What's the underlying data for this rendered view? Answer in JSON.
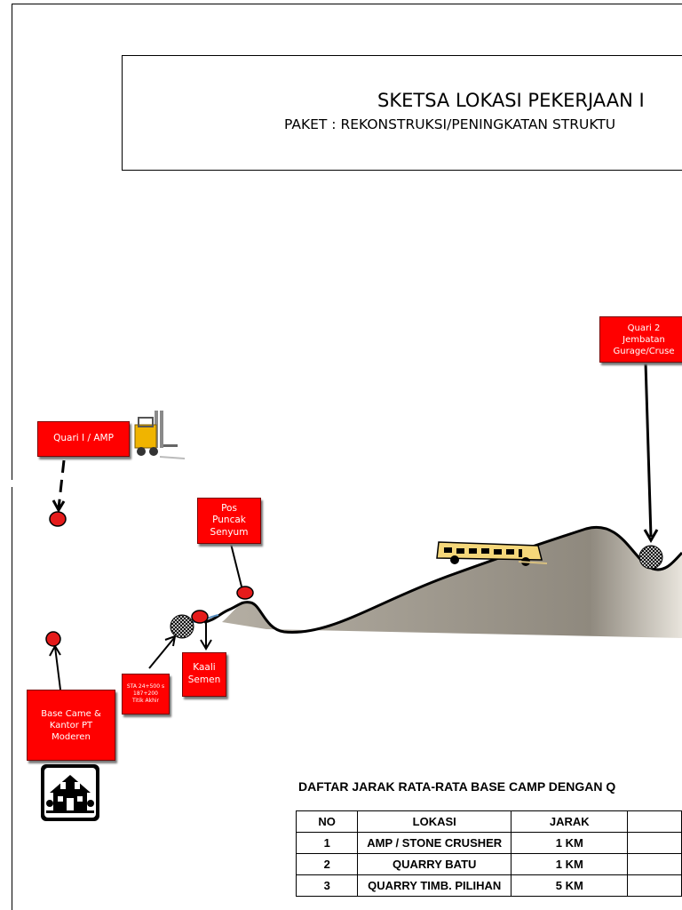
{
  "header": {
    "title": "SKETSA LOKASI PEKERJAAN I",
    "subtitle": "PAKET :  REKONSTRUKSI/PENINGKATAN STRUKTU"
  },
  "labels": {
    "quari1": "Quari I / AMP",
    "quari2": [
      "Quari 2",
      "Jembatan",
      "Gurage/Cruse"
    ],
    "pos_puncak": [
      "Pos",
      "Puncak",
      "Senyum"
    ],
    "kaali_semen": [
      "Kaali",
      "Semen"
    ],
    "sta": [
      "STA 24+500 s",
      "187+200",
      "Titik Akhir"
    ],
    "base_camp": [
      "Base Came &",
      "Kantor PT",
      "Moderen"
    ]
  },
  "colors": {
    "label_red": "#ff0000",
    "hill_fill": "#a09a8e",
    "point_red": "#e51b1b"
  },
  "icons": [
    "forklift-icon",
    "bus-icon",
    "house-icon"
  ],
  "distance_list": {
    "title": "DAFTAR JARAK RATA-RATA BASE CAMP DENGAN Q",
    "headers": {
      "no": "NO",
      "lokasi": "LOKASI",
      "jarak": "JARAK"
    },
    "rows": [
      {
        "no": "1",
        "lokasi": "AMP / STONE CRUSHER",
        "jarak": "1 KM"
      },
      {
        "no": "2",
        "lokasi": "QUARRY BATU",
        "jarak": "1 KM"
      },
      {
        "no": "3",
        "lokasi": "QUARRY TIMB. PILIHAN",
        "jarak": "5 KM"
      }
    ]
  }
}
